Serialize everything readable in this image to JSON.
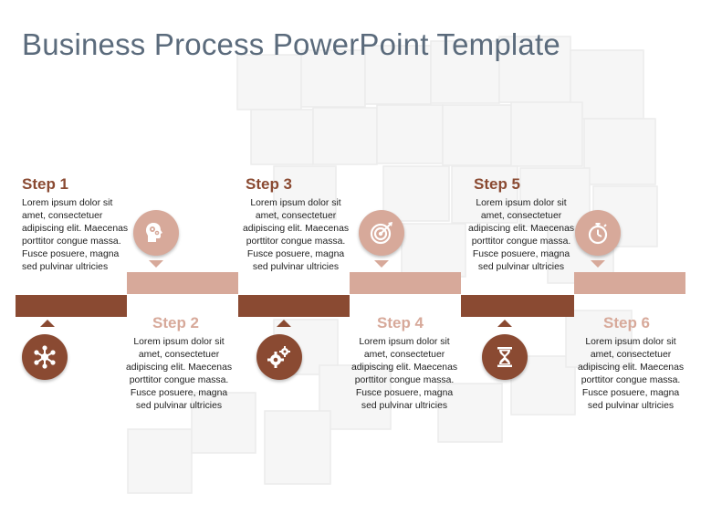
{
  "title": "Business Process PowerPoint Template",
  "colors": {
    "dark": "#8a4a32",
    "light": "#d7a99a",
    "title": "#5b6b7c"
  },
  "steps": [
    {
      "label": "Step 1",
      "text": "Lorem ipsum dolor sit amet, consectetuer adipiscing elit. Maecenas porttitor congue massa. Fusce posuere, magna sed pulvinar ultricies",
      "icon": "network-hub-icon"
    },
    {
      "label": "Step 2",
      "text": "Lorem ipsum dolor sit amet, consectetuer adipiscing elit. Maecenas porttitor congue massa. Fusce posuere, magna sed pulvinar ultricies",
      "icon": "head-gears-icon"
    },
    {
      "label": "Step 3",
      "text": "Lorem ipsum dolor sit amet, consectetuer adipiscing elit. Maecenas porttitor congue massa. Fusce posuere, magna sed pulvinar ultricies",
      "icon": "gears-icon"
    },
    {
      "label": "Step 4",
      "text": "Lorem ipsum dolor sit amet, consectetuer adipiscing elit. Maecenas porttitor congue massa. Fusce posuere, magna sed pulvinar ultricies",
      "icon": "target-icon"
    },
    {
      "label": "Step 5",
      "text": "Lorem ipsum dolor sit amet, consectetuer adipiscing elit. Maecenas porttitor congue massa. Fusce posuere, magna sed pulvinar ultricies",
      "icon": "hourglass-icon"
    },
    {
      "label": "Step 6",
      "text": "Lorem ipsum dolor sit amet, consectetuer adipiscing elit. Maecenas porttitor congue massa. Fusce posuere, magna sed pulvinar ultricies",
      "icon": "stopwatch-icon"
    }
  ]
}
